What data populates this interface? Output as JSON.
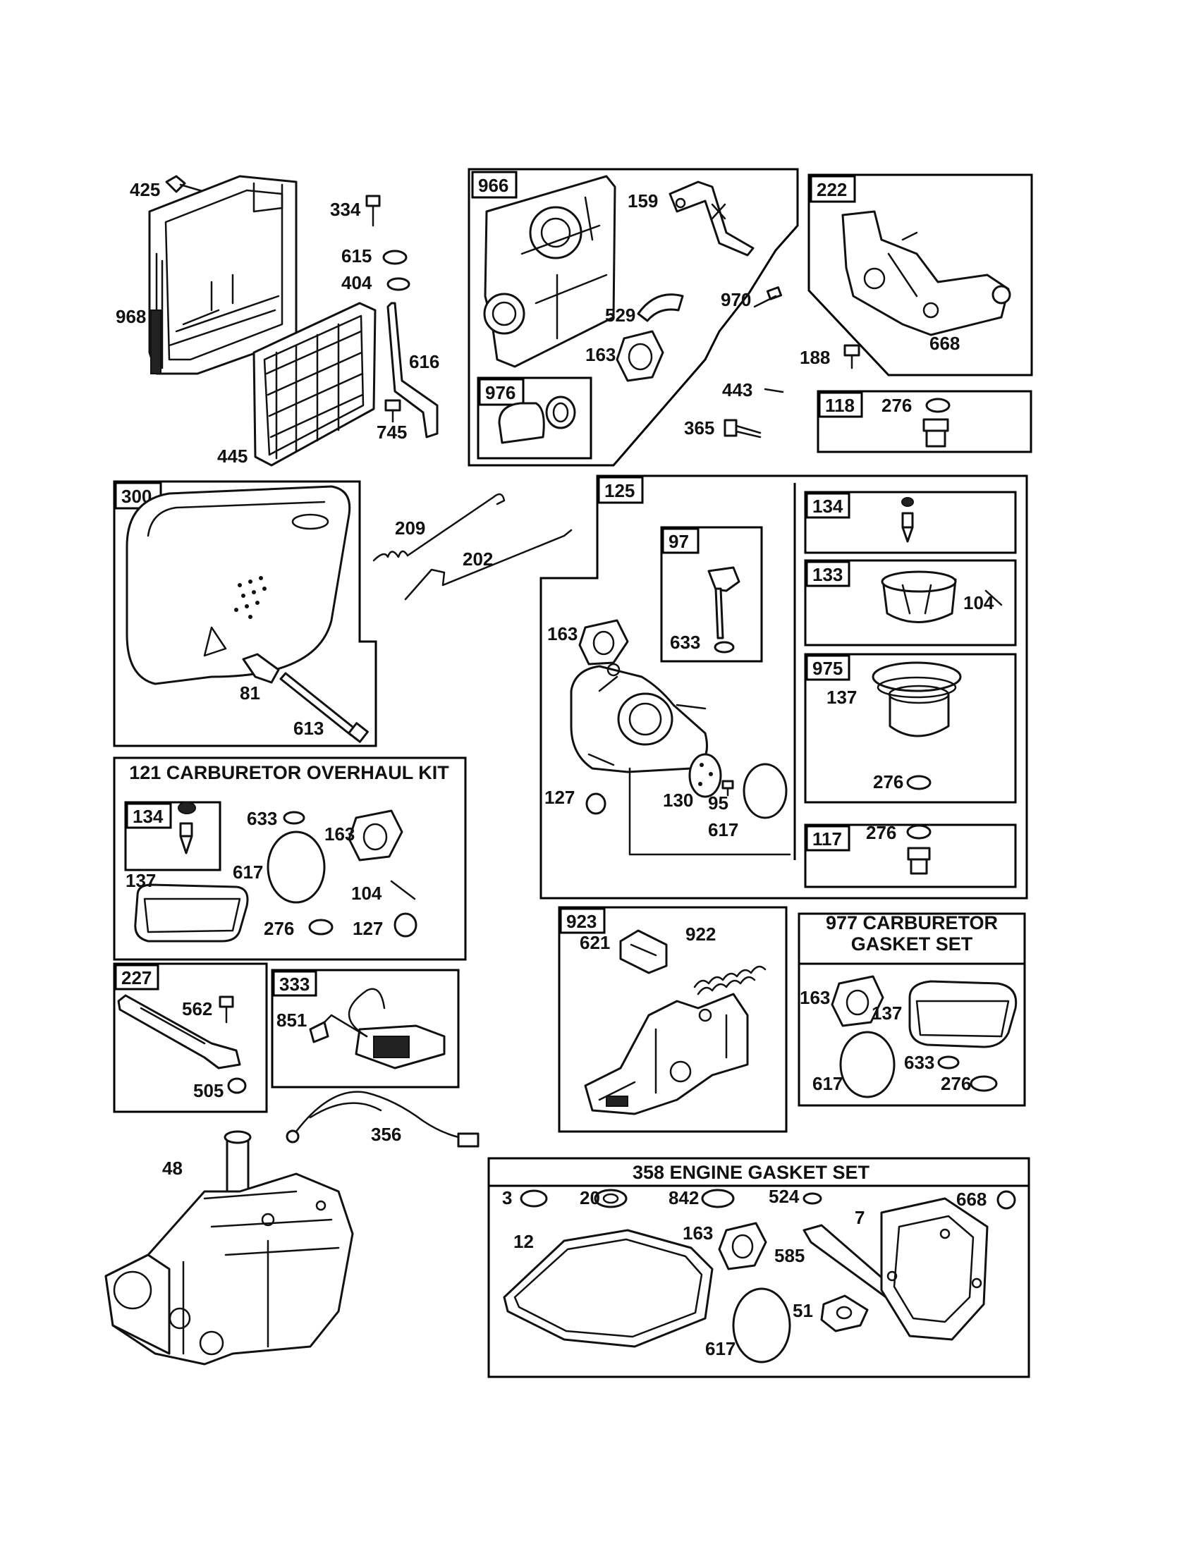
{
  "labels": {
    "l425": "425",
    "l334": "334",
    "l615": "615",
    "l404": "404",
    "l968": "968",
    "l616": "616",
    "l745": "745",
    "l445": "445",
    "l159": "159",
    "l529": "529",
    "l970": "970",
    "l163a": "163",
    "l443": "443",
    "l365": "365",
    "l668a": "668",
    "l188": "188",
    "l276a": "276",
    "l209": "209",
    "l202": "202",
    "l81": "81",
    "l613": "613",
    "l163b": "163",
    "l633a": "633",
    "l127a": "127",
    "l130": "130",
    "l95": "95",
    "l617a": "617",
    "l104a": "104",
    "l137a": "137",
    "l276b": "276",
    "l276c": "276",
    "l633b": "633",
    "l163c": "163",
    "l617b": "617",
    "l137b": "137",
    "l104b": "104",
    "l276d": "276",
    "l127b": "127",
    "l562": "562",
    "l505": "505",
    "l851": "851",
    "l356": "356",
    "l48": "48",
    "l621": "621",
    "l922": "922",
    "l163d": "163",
    "l137c": "137",
    "l617c": "617",
    "l633c": "633",
    "l276e": "276",
    "l3": "3",
    "l20": "20",
    "l842": "842",
    "l524": "524",
    "l7": "7",
    "l668b": "668",
    "l12": "12",
    "l163e": "163",
    "l585": "585",
    "l51": "51",
    "l617d": "617"
  },
  "boxes": {
    "b966": "966",
    "b976": "976",
    "b222": "222",
    "b118": "118",
    "b300": "300",
    "b125": "125",
    "b97": "97",
    "b134a": "134",
    "b133": "133",
    "b975": "975",
    "b117": "117",
    "b134b": "134",
    "b227": "227",
    "b333": "333",
    "b923": "923"
  },
  "titles": {
    "kit121": "121 CARBURETOR OVERHAUL KIT",
    "gasket977_line1": "977 CARBURETOR",
    "gasket977_line2": "GASKET SET",
    "gasket358": "358 ENGINE GASKET SET"
  }
}
